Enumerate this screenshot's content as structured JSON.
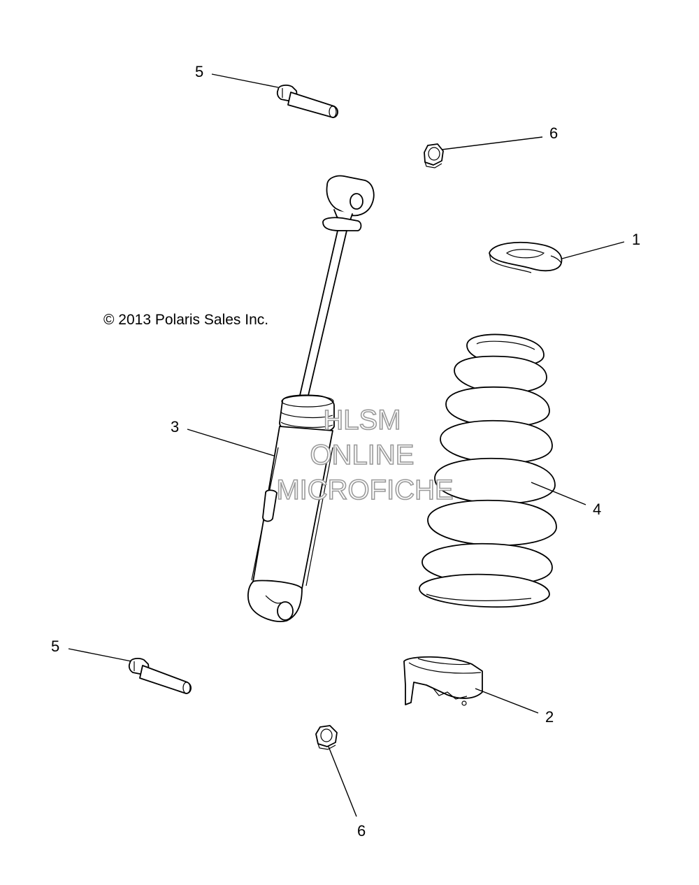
{
  "copyright": "© 2013 Polaris Sales Inc.",
  "watermark": {
    "line1": "HLSM",
    "line2": "ONLINE",
    "line3": "MICROFICHE"
  },
  "callouts": {
    "c1": "1",
    "c2": "2",
    "c3": "3",
    "c4": "4",
    "c5_top": "5",
    "c5_bottom": "5",
    "c6_top": "6",
    "c6_bottom": "6"
  },
  "colors": {
    "line": "#000000",
    "watermark_outline": "#9a9a9a",
    "background": "#ffffff"
  }
}
